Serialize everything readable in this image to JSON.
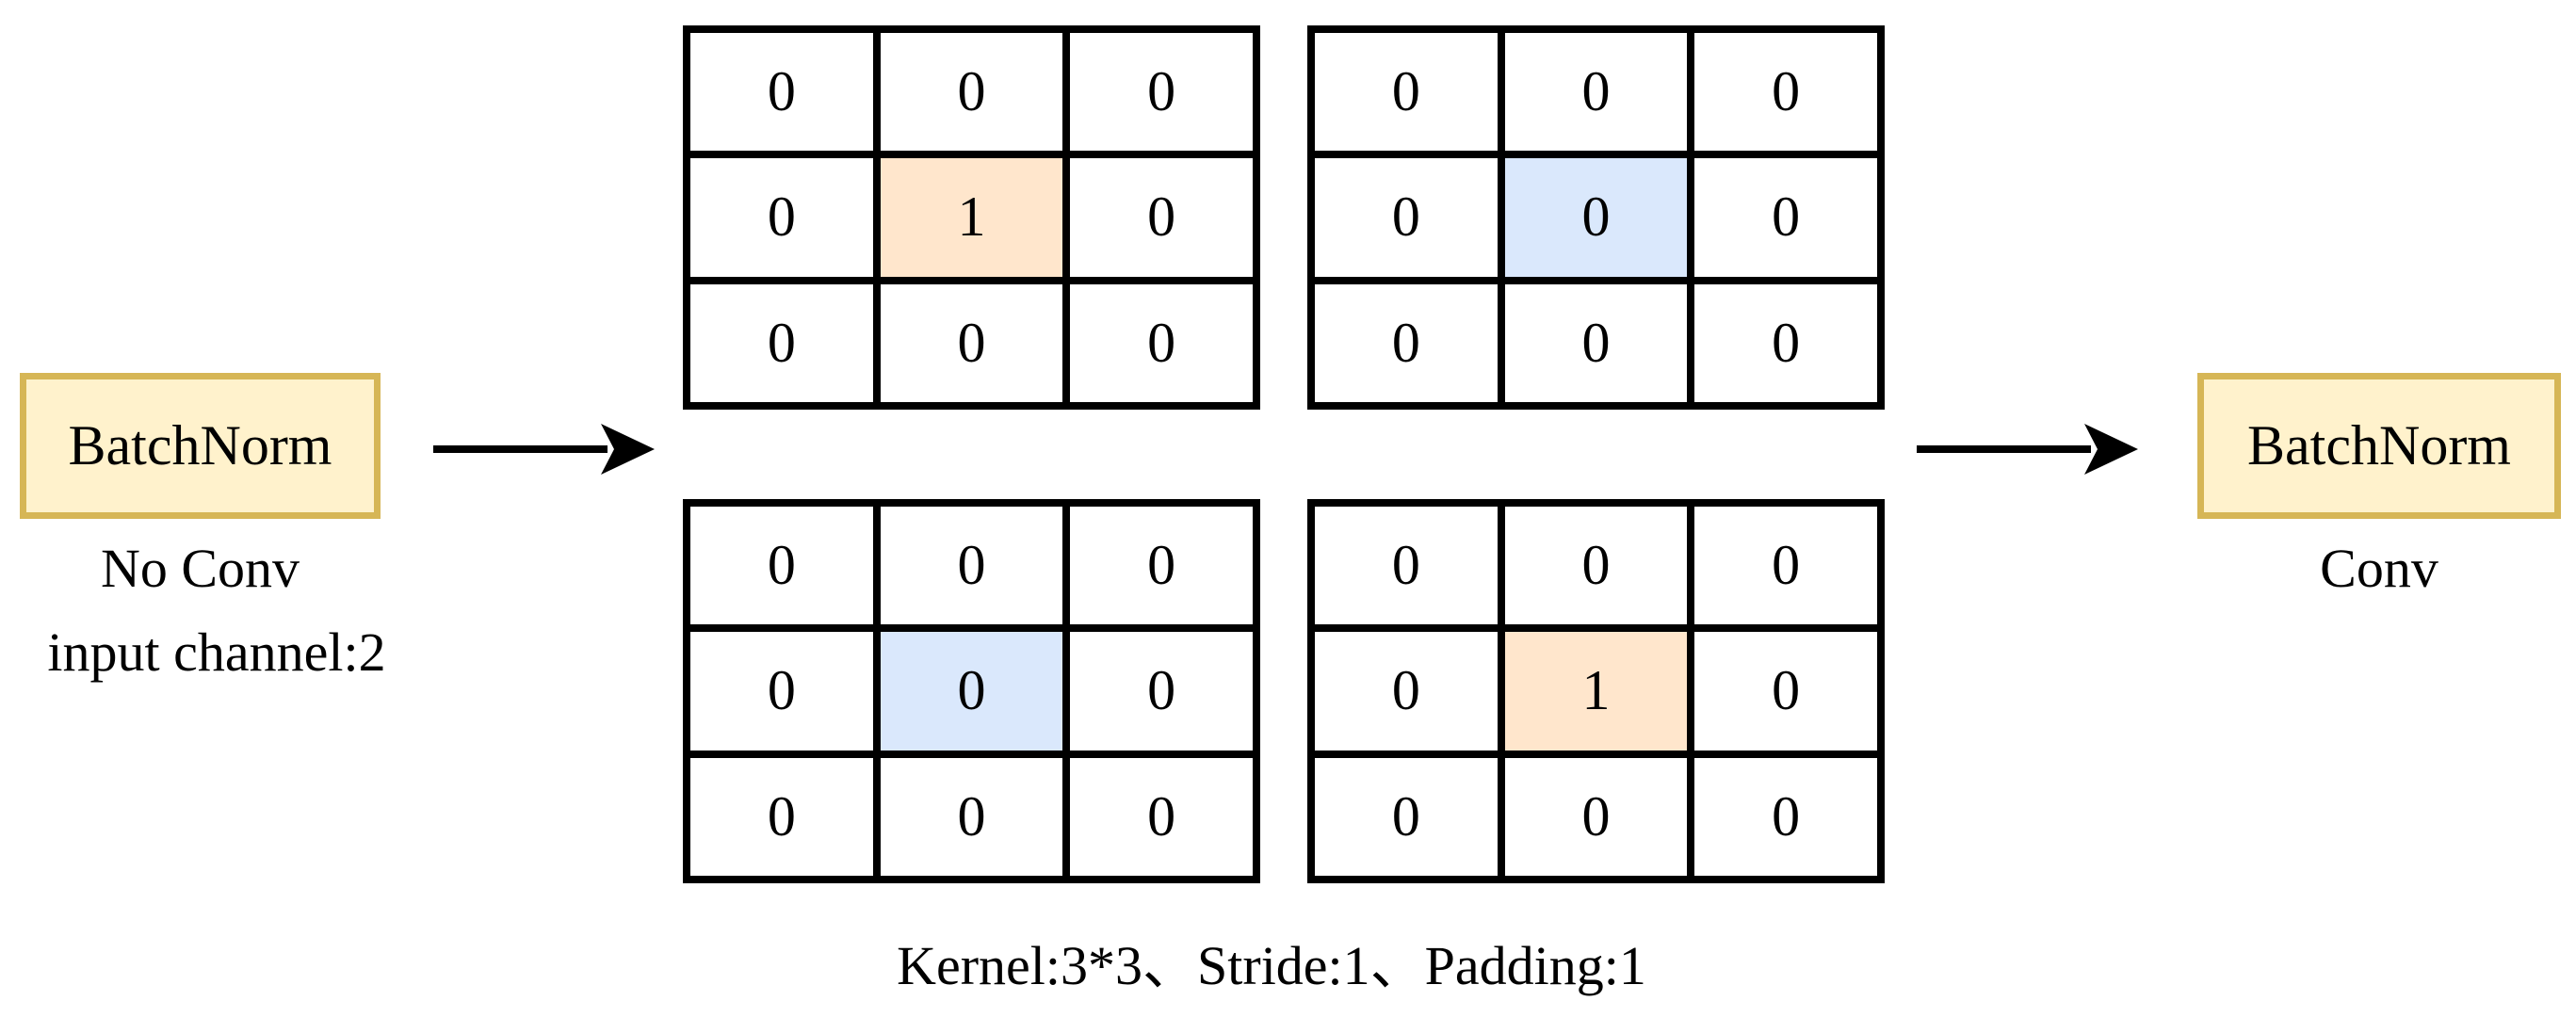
{
  "left_block": {
    "label": "BatchNorm",
    "caption_line1": "No Conv",
    "caption_line2": "input channel:2"
  },
  "right_block": {
    "label": "BatchNorm",
    "caption": "Conv"
  },
  "kernels": [
    {
      "values": [
        "0",
        "0",
        "0",
        "0",
        "1",
        "0",
        "0",
        "0",
        "0"
      ],
      "center_highlight": "orange"
    },
    {
      "values": [
        "0",
        "0",
        "0",
        "0",
        "0",
        "0",
        "0",
        "0",
        "0"
      ],
      "center_highlight": "blue"
    },
    {
      "values": [
        "0",
        "0",
        "0",
        "0",
        "0",
        "0",
        "0",
        "0",
        "0"
      ],
      "center_highlight": "blue"
    },
    {
      "values": [
        "0",
        "0",
        "0",
        "0",
        "1",
        "0",
        "0",
        "0",
        "0"
      ],
      "center_highlight": "orange"
    }
  ],
  "kernel_caption": "Kernel:3*3、Stride:1、Padding:1",
  "colors": {
    "box_fill": "#fff2cc",
    "box_border": "#d6b656",
    "highlight_orange": "#ffe6cc",
    "highlight_blue": "#dae8fc",
    "grid_line": "#000000",
    "arrow": "#000000"
  }
}
